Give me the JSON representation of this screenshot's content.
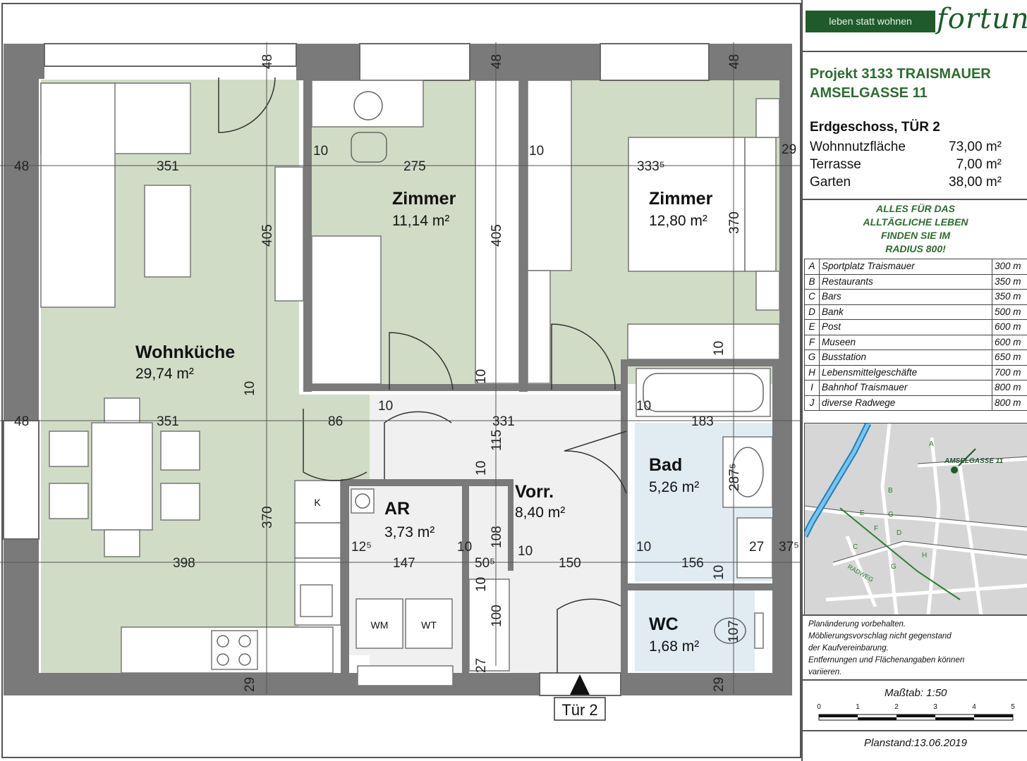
{
  "header": {
    "brand_tagline": "leben statt wohnen",
    "brand_name": "fortuna"
  },
  "project": {
    "line1": "Projekt 3133 TRAISMAUER",
    "line2": "AMSELGASSE 11",
    "floor_unit": "Erdgeschoss, TÜR 2",
    "areas": [
      {
        "label": "Wohnnutzfläche",
        "value": "73,00 m²"
      },
      {
        "label": "Terrasse",
        "value": "7,00 m²"
      },
      {
        "label": "Garten",
        "value": "38,00 m²"
      }
    ]
  },
  "slogan": [
    "ALLES FÜR DAS",
    "ALLTÄGLICHE LEBEN",
    "FINDEN SIE IM",
    "RADIUS 800!"
  ],
  "poi": [
    {
      "key": "A",
      "name": "Sportplatz Traismauer",
      "dist": "300 m"
    },
    {
      "key": "B",
      "name": "Restaurants",
      "dist": "350 m"
    },
    {
      "key": "C",
      "name": "Bars",
      "dist": "350 m"
    },
    {
      "key": "D",
      "name": "Bank",
      "dist": "500 m"
    },
    {
      "key": "E",
      "name": "Post",
      "dist": "600 m"
    },
    {
      "key": "F",
      "name": "Museen",
      "dist": "600 m"
    },
    {
      "key": "G",
      "name": "Busstation",
      "dist": "650 m"
    },
    {
      "key": "H",
      "name": "Lebensmittelgeschäfte",
      "dist": "700 m"
    },
    {
      "key": "I",
      "name": "Bahnhof Traismauer",
      "dist": "800 m"
    },
    {
      "key": "J",
      "name": "diverse Radwege",
      "dist": "800 m"
    }
  ],
  "map": {
    "address_label": "AMSELGASSE 11",
    "letters": [
      "A",
      "B",
      "C",
      "D",
      "E",
      "F",
      "G",
      "H",
      "G"
    ],
    "road_label": "RADWEG"
  },
  "notes": [
    "Planänderung vorbehalten.",
    "Möblierungsvorschlag nicht gegenstand",
    "der Kaufvereinbarung.",
    "Entfernungen und Flächenangaben können",
    "variieren."
  ],
  "scale": {
    "label": "Maßtab:  1:50",
    "ticks": [
      "0",
      "1",
      "2",
      "3",
      "4",
      "5"
    ]
  },
  "planstand": "Planstand:13.06.2019",
  "rooms": {
    "wohnkueche": {
      "name": "Wohnküche",
      "area": "29,74 m²"
    },
    "zimmer1": {
      "name": "Zimmer",
      "area": "11,14 m²"
    },
    "zimmer2": {
      "name": "Zimmer",
      "area": "12,80 m²"
    },
    "ar": {
      "name": "AR",
      "area": "3,73 m²"
    },
    "vorr": {
      "name": "Vorr.",
      "area": "8,40 m²"
    },
    "bad": {
      "name": "Bad",
      "area": "5,26 m²"
    },
    "wc": {
      "name": "WC",
      "area": "1,68 m²"
    }
  },
  "appliances": {
    "wm": "WM",
    "wt": "WT",
    "k": "K"
  },
  "entrance": "Tür 2",
  "dims": {
    "d48a": "48",
    "d48b": "48",
    "d48c": "48",
    "d48d": "48",
    "d48e": "48",
    "d351a": "351",
    "d351b": "351",
    "d275": "275",
    "d3335": "333⁵",
    "d29a": "29",
    "d10a": "10",
    "d10b": "10",
    "d405a": "405",
    "d405b": "405",
    "d370a": "370",
    "d10c": "10",
    "d86": "86",
    "d331": "331",
    "d10d": "10",
    "d115": "115",
    "d10e": "10",
    "d183": "183",
    "d10f": "10",
    "d2875": "287⁵",
    "d10g": "10",
    "d398": "398",
    "d125": "12⁵",
    "d147": "147",
    "d10h": "10",
    "d505": "50⁵",
    "d10i": "10",
    "d150": "150",
    "d10j": "10",
    "d156": "156",
    "d27a": "27",
    "d37": "37⁵",
    "d108": "108",
    "d370b": "370",
    "d10k": "10",
    "d100": "100",
    "d27b": "27",
    "d29b": "29",
    "d29c": "29",
    "d107": "107",
    "d10l": "10",
    "d10m": "10"
  },
  "colors": {
    "green_room": "#d1dcc6",
    "blue_room": "#e0ecf2",
    "grey_room": "#f0f0f0",
    "wall": "#7a7a7a",
    "brand_green": "#1f5b2a",
    "text_green": "#2e6b31"
  }
}
